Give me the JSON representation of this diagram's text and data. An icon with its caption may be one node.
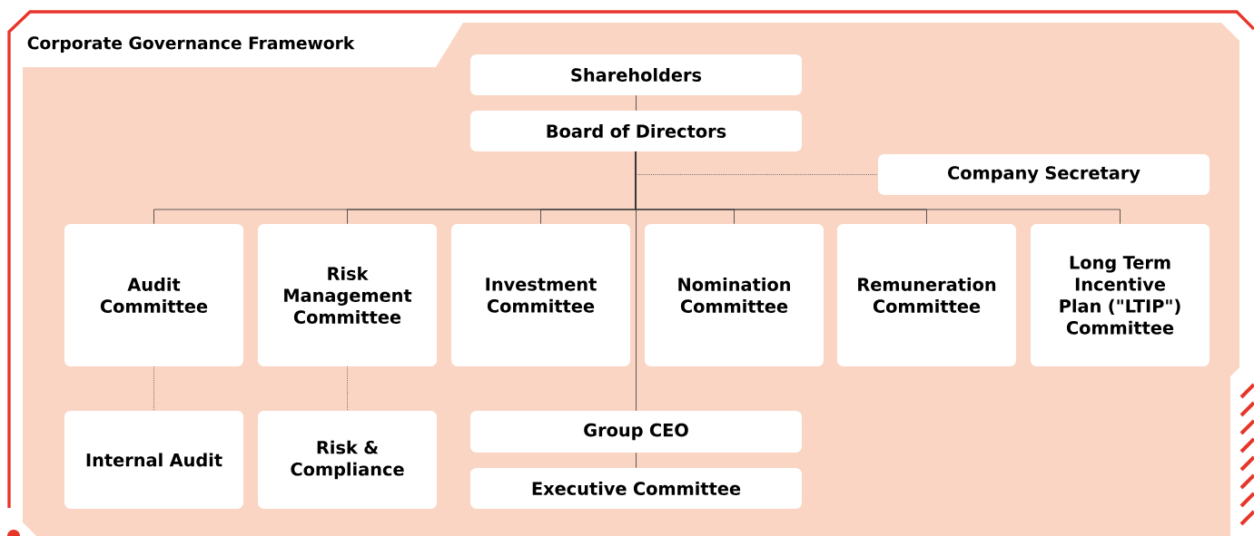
{
  "diagram": {
    "title": "Corporate Governance Framework",
    "nodes": [
      {
        "text": [
          "Shareholders"
        ]
      },
      {
        "text": [
          "Board of Directors"
        ]
      },
      {
        "text": [
          "Company Secretary"
        ]
      },
      {
        "text": [
          "Audit Committee"
        ]
      },
      {
        "text": [
          "Risk Management Committee"
        ]
      },
      {
        "text": [
          "Investment Committee"
        ]
      },
      {
        "text": [
          "Nomination Committee"
        ]
      },
      {
        "text": [
          "Remuneration Committee"
        ]
      },
      {
        "text": [
          "Long Term Incentive Plan (\"LTIP\") Committee"
        ]
      },
      {
        "text": [
          "Internal Audit"
        ]
      },
      {
        "text": [
          "Risk & Compliance"
        ]
      },
      {
        "text": [
          "Group CEO"
        ]
      },
      {
        "text": [
          "Executive Committee"
        ]
      }
    ],
    "edges": [
      {
        "from": 0,
        "to": 1,
        "arrow": "none"
      },
      {
        "from": 1,
        "to": 2,
        "arrow": "none",
        "style": "dashed"
      },
      {
        "from": 1,
        "to": 3,
        "arrow": "none"
      },
      {
        "from": 1,
        "to": 4,
        "arrow": "none"
      },
      {
        "from": 1,
        "to": 5,
        "arrow": "none"
      },
      {
        "from": 1,
        "to": 6,
        "arrow": "none"
      },
      {
        "from": 1,
        "to": 7,
        "arrow": "none"
      },
      {
        "from": 1,
        "to": 8,
        "arrow": "none"
      },
      {
        "from": 1,
        "to": 11,
        "arrow": "none"
      },
      {
        "from": 11,
        "to": 12,
        "arrow": "none"
      },
      {
        "from": 3,
        "to": 9,
        "arrow": "none",
        "style": "dashed"
      },
      {
        "from": 4,
        "to": 10,
        "arrow": "none",
        "style": "dashed"
      }
    ]
  }
}
